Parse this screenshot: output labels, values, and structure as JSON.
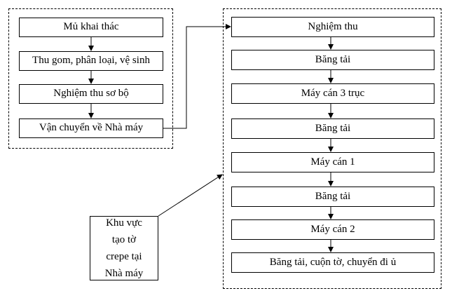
{
  "left_column": {
    "steps": [
      "Mủ khai thác",
      "Thu gom, phân loại, vệ sinh",
      "Nghiệm thu sơ bộ",
      "Vận chuyển về Nhà máy"
    ]
  },
  "right_column": {
    "steps": [
      "Nghiệm thu",
      "Băng tải",
      "Máy cán 3 trục",
      "Băng tải",
      "Máy cán 1",
      "Băng tải",
      "Máy cán 2",
      "Băng tải, cuộn tờ, chuyển đi ủ"
    ]
  },
  "note": {
    "lines": [
      "Khu vực",
      "tạo tờ",
      "crepe tại",
      "Nhà máy"
    ]
  }
}
